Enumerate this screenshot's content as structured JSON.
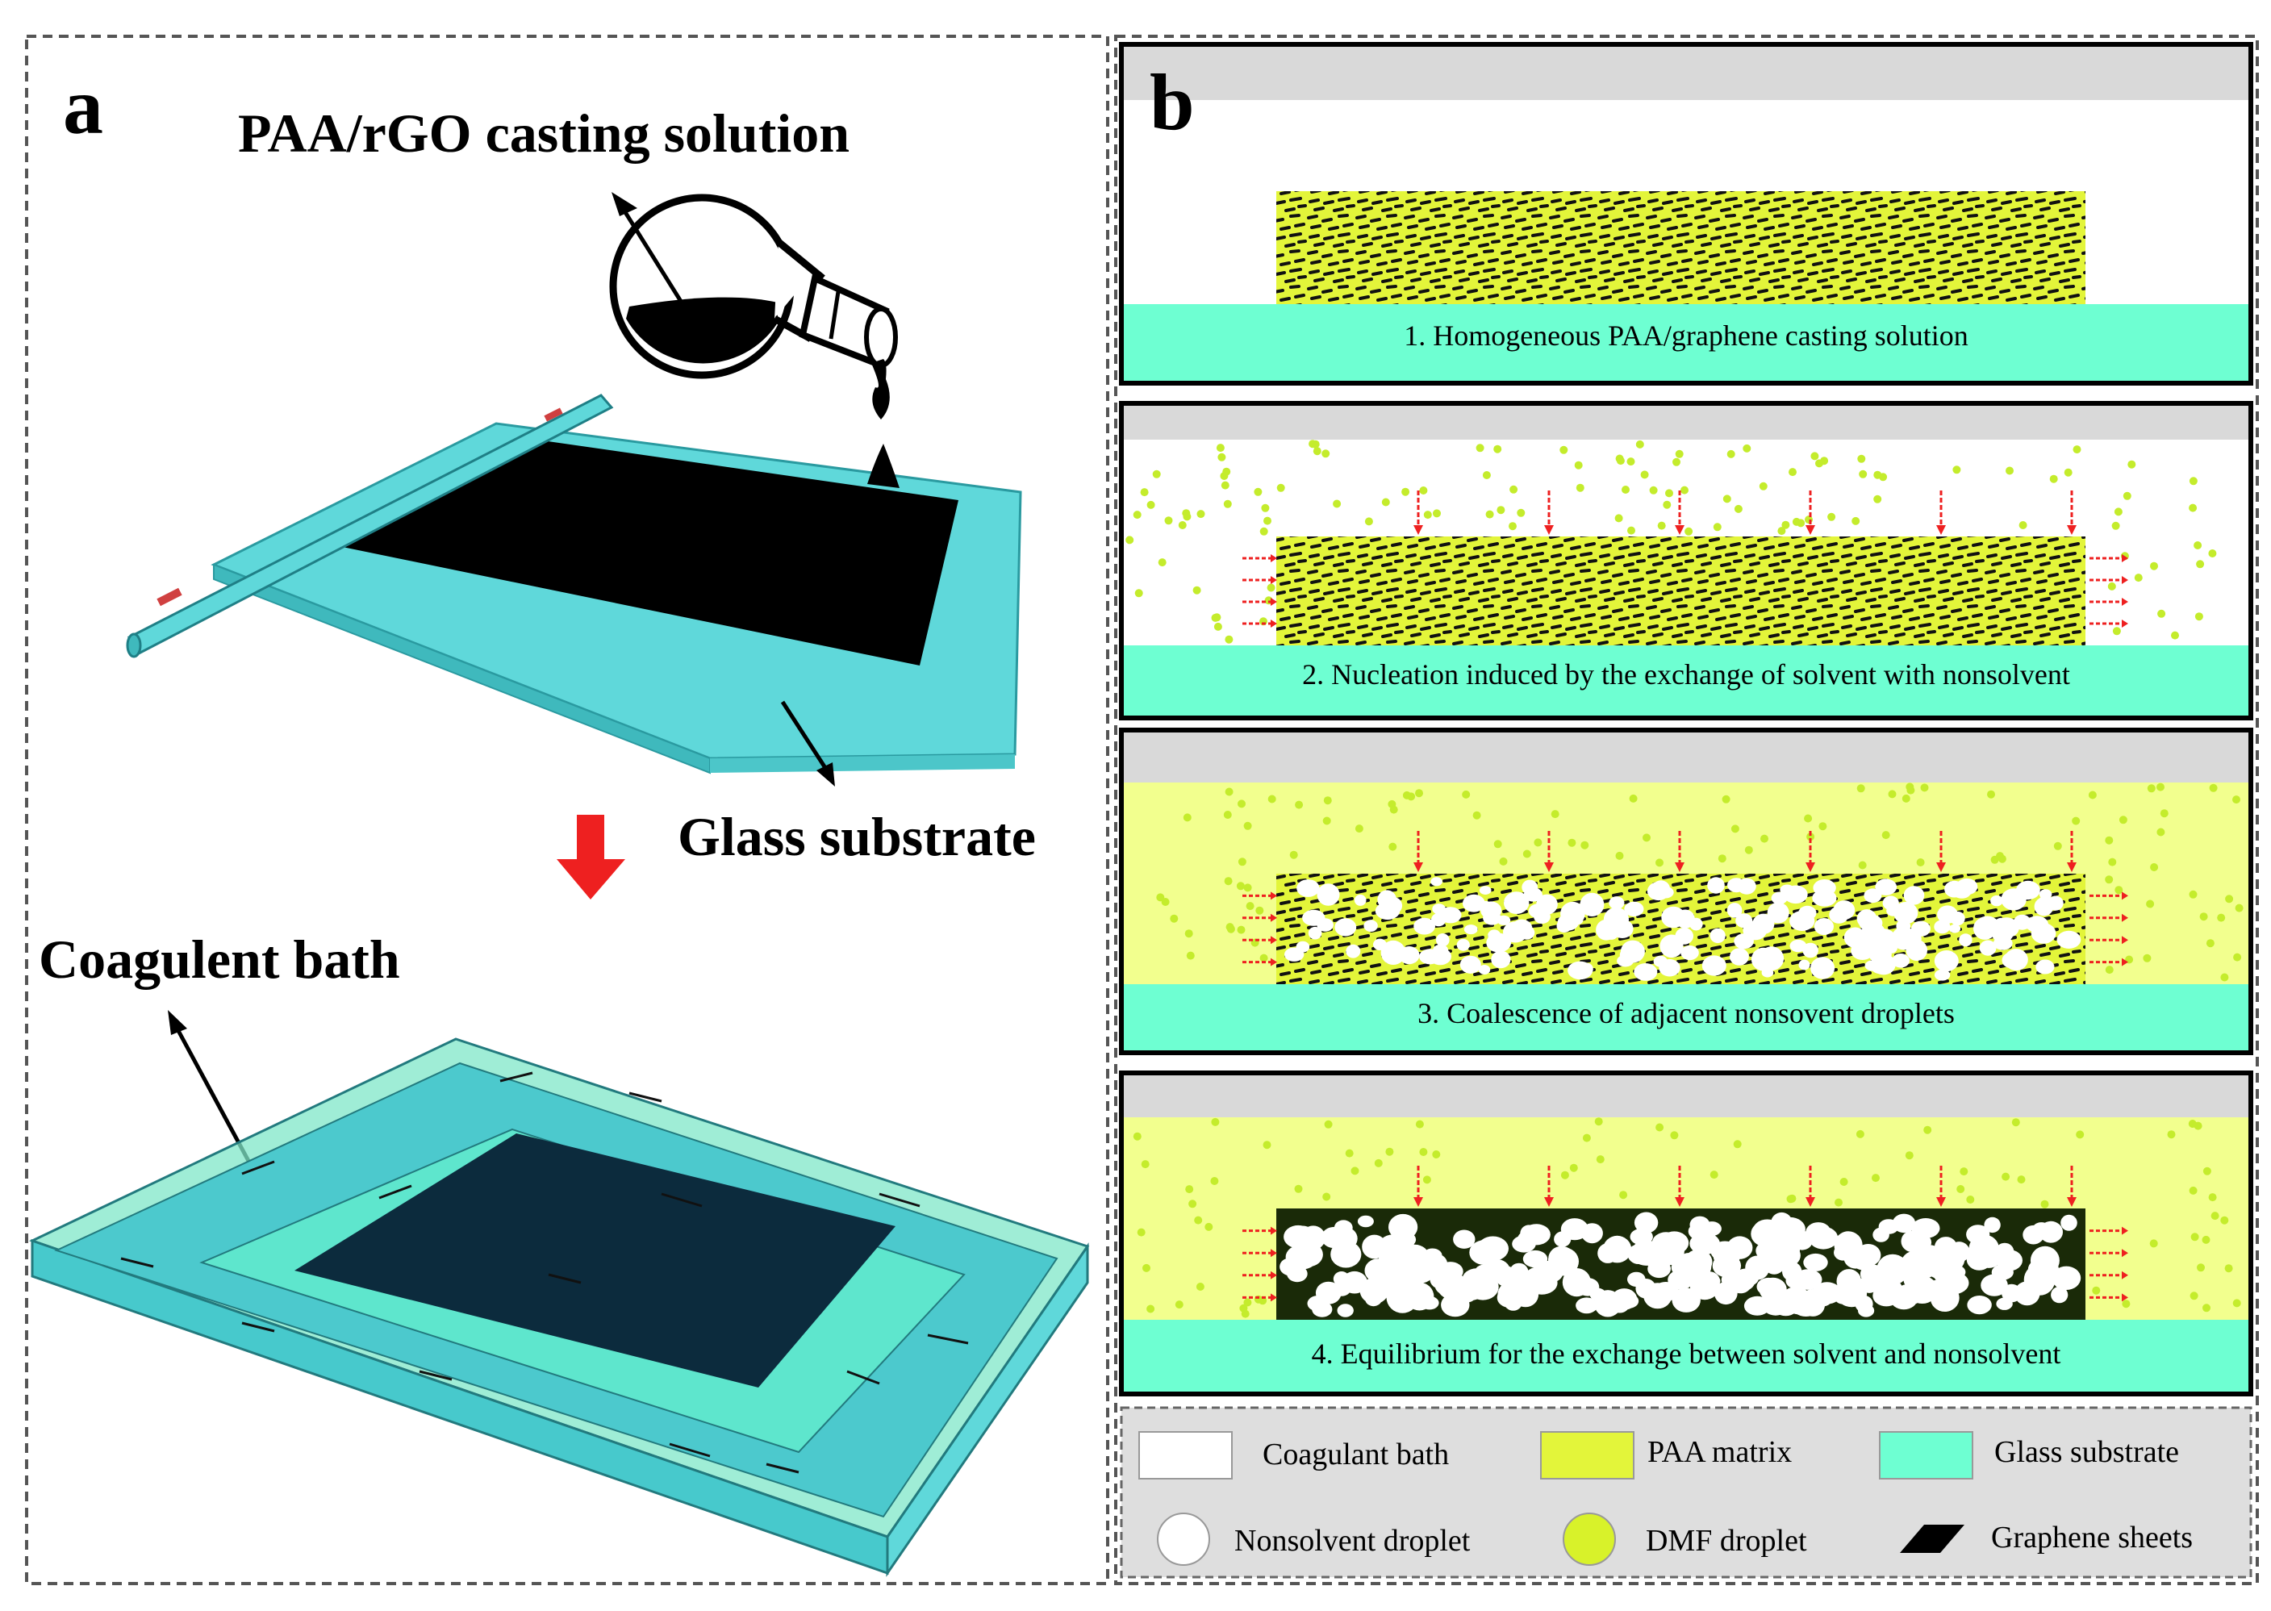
{
  "panel_a": {
    "letter": "a",
    "label_casting": "PAA/rGO casting solution",
    "label_glass": "Glass substrate",
    "label_bath": "Coagulent bath"
  },
  "panel_b": {
    "letter": "b",
    "stages": [
      {
        "caption": "1. Homogeneous PAA/graphene casting solution"
      },
      {
        "caption": "2. Nucleation induced by the exchange of solvent with nonsolvent"
      },
      {
        "caption": "3. Coalescence of adjacent nonsovent droplets"
      },
      {
        "caption": "4. Equilibrium for the exchange between solvent and nonsolvent"
      }
    ],
    "legend": [
      {
        "label": "Coagulant bath",
        "swatch": "#ffffff"
      },
      {
        "label": "PAA matrix",
        "swatch": "#e3f53a"
      },
      {
        "label": "Glass substrate",
        "swatch": "#6effd2"
      },
      {
        "label": "Nonsolvent droplet",
        "swatch": "#ffffff"
      },
      {
        "label": "DMF droplet",
        "swatch": "#d8f22a"
      },
      {
        "label": "Graphene sheets",
        "swatch": "#000000"
      }
    ]
  },
  "colors": {
    "glass": "#5fd8da",
    "bath_substrate": "#6effd2",
    "paa_film": "#e3f53a",
    "paa_bath": "#f2ff8e",
    "dmf_dot": "#c4ec2c",
    "arrow_red": "#ee2020",
    "film_black": "#000000",
    "frame_gray": "#d9d9d9"
  }
}
